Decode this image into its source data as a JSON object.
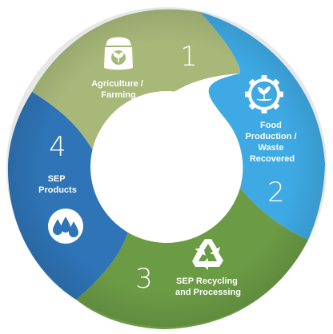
{
  "cycle": {
    "stages": [
      {
        "number": "1",
        "label_lines": [
          "Agriculture /",
          "Farming"
        ],
        "icon": "fertilizer-bag-icon",
        "color": "#a8b879"
      },
      {
        "number": "2",
        "label_lines": [
          "Food",
          "Production /",
          "Waste",
          "Recovered"
        ],
        "icon": "gear-plant-icon",
        "color": "#3ea9e3"
      },
      {
        "number": "3",
        "label_lines": [
          "SEP Recycling",
          "and Processing"
        ],
        "icon": "recycle-icon",
        "color": "#6b9b45"
      },
      {
        "number": "4",
        "label_lines": [
          "SEP",
          "Products"
        ],
        "icon": "water-drops-icon",
        "color": "#2e74b6"
      }
    ]
  }
}
